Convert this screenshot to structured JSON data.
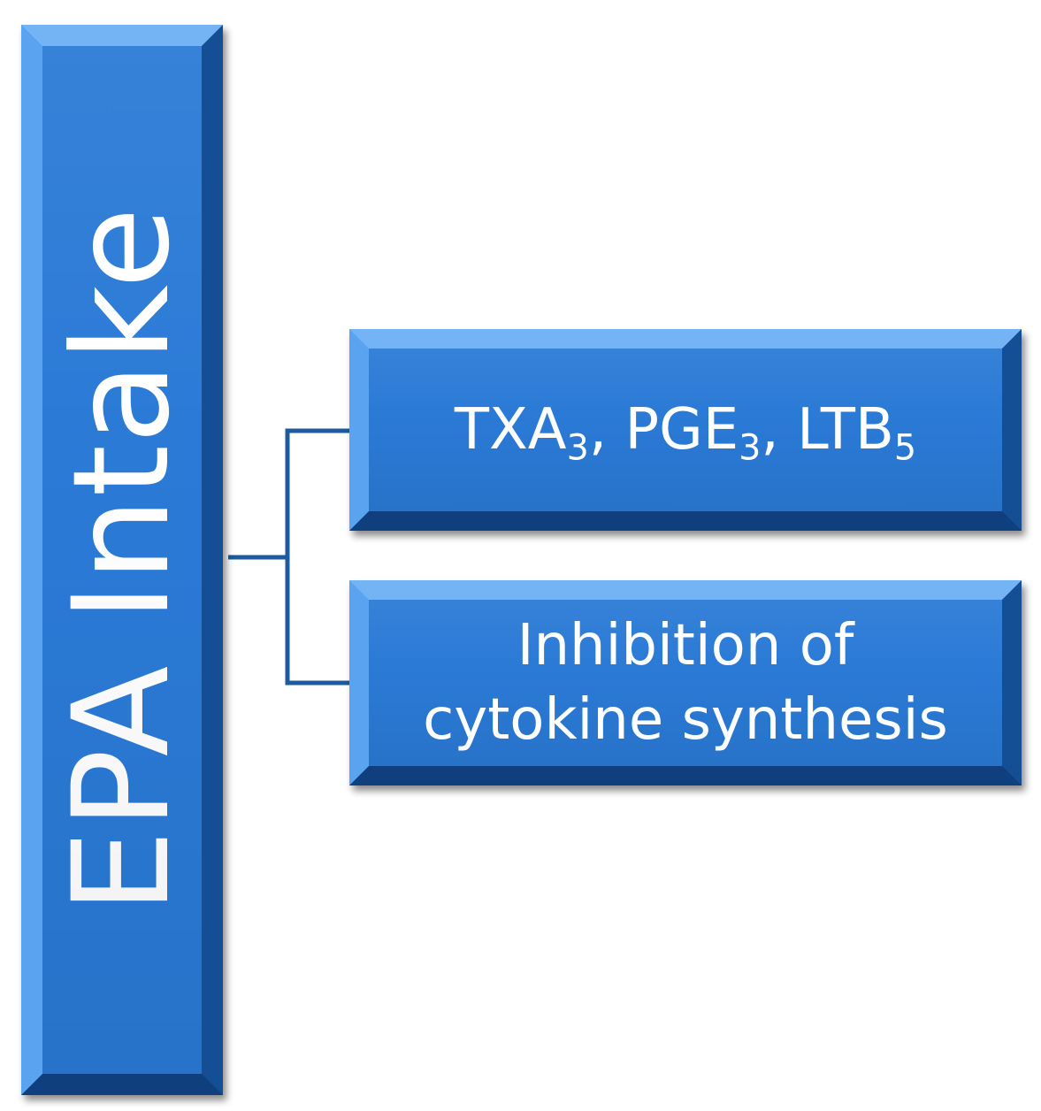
{
  "main": {
    "label": "EPA Intake"
  },
  "outcomes": [
    {
      "parts": [
        {
          "text": "TXA",
          "sub": "3"
        },
        {
          "text": ", PGE",
          "sub": "3"
        },
        {
          "text": ", LTB",
          "sub": "5"
        }
      ]
    },
    {
      "lines": [
        "Inhibition of",
        "cytokine synthesis"
      ]
    }
  ],
  "colors": {
    "box_fill": "#2a7ad6",
    "connector": "#1d5a9e",
    "text": "#ffffff"
  }
}
